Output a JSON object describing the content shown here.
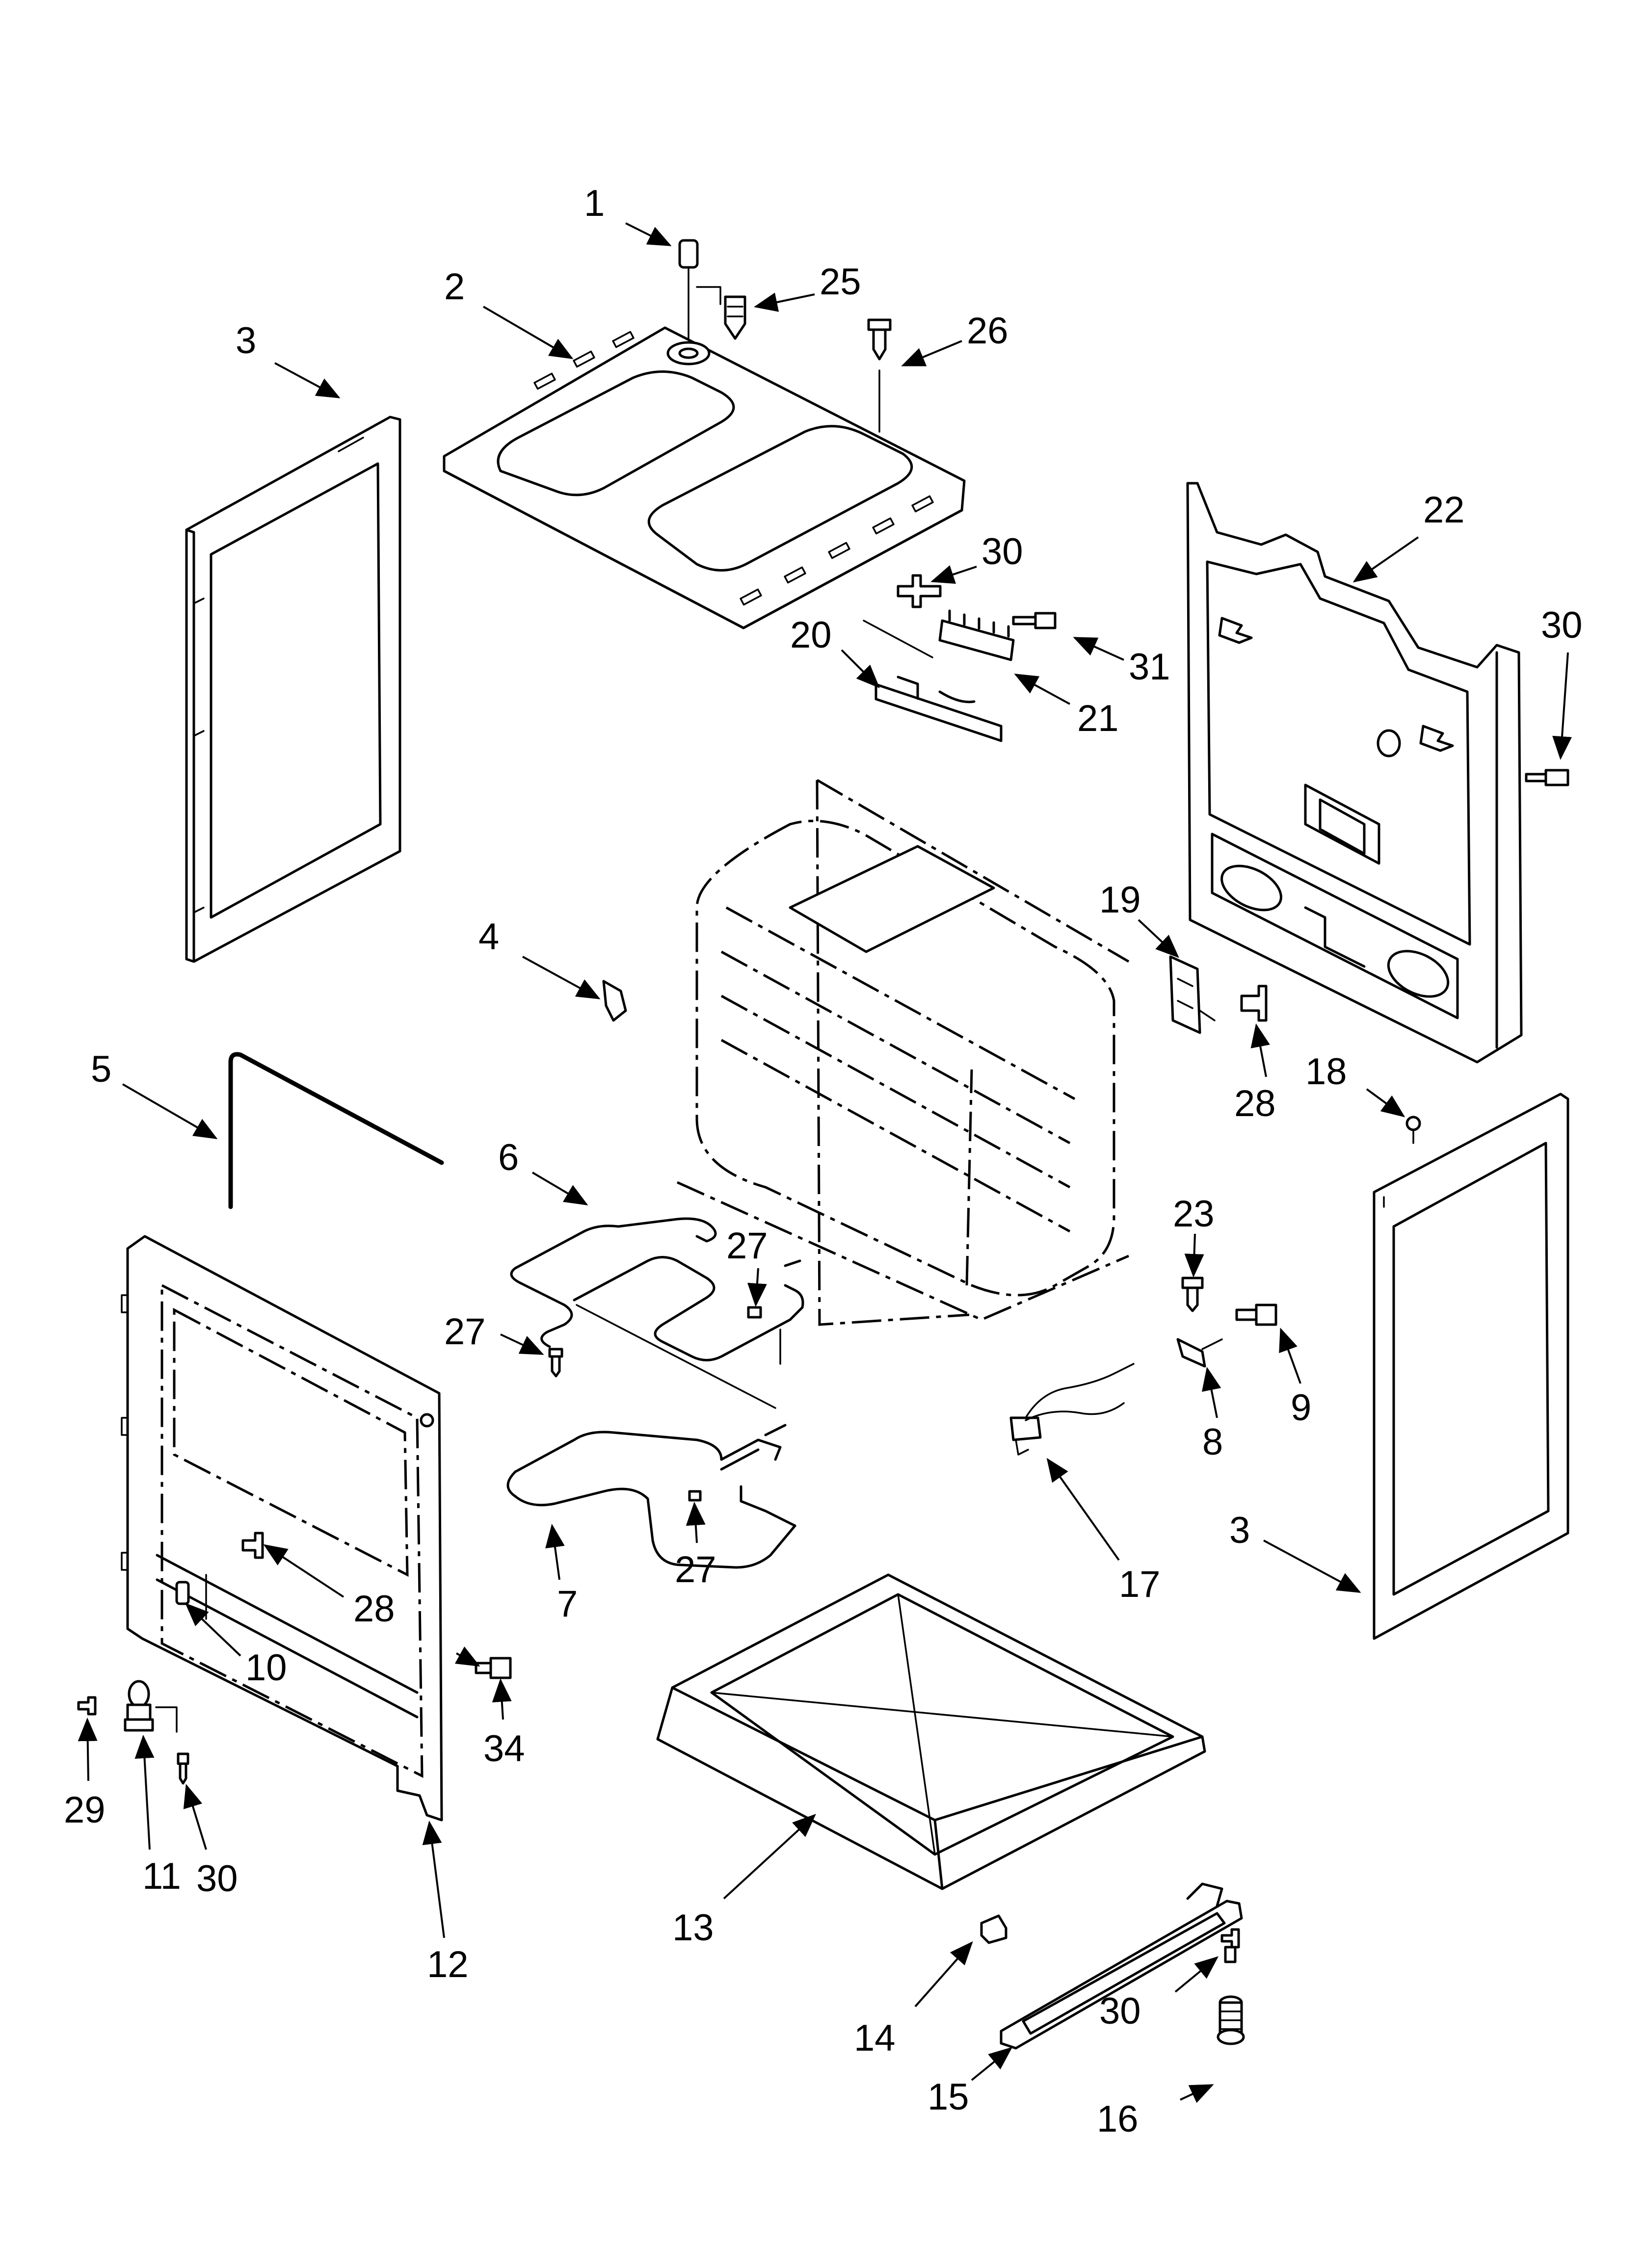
{
  "callouts": {
    "c1": "1",
    "c2": "2",
    "c3a": "3",
    "c3b": "3",
    "c4": "4",
    "c5": "5",
    "c6": "6",
    "c7": "7",
    "c8": "8",
    "c9": "9",
    "c10": "10",
    "c11": "11",
    "c12": "12",
    "c13": "13",
    "c14": "14",
    "c15": "15",
    "c16": "16",
    "c17": "17",
    "c18": "18",
    "c19": "19",
    "c20": "20",
    "c21": "21",
    "c22": "22",
    "c23": "23",
    "c25": "25",
    "c26": "26",
    "c27a": "27",
    "c27b": "27",
    "c27c": "27",
    "c28a": "28",
    "c28b": "28",
    "c29": "29",
    "c30a": "30",
    "c30b": "30",
    "c30c": "30",
    "c30d": "30",
    "c31": "31",
    "c34": "34"
  },
  "colors": {
    "ink": "#000000",
    "paper": "#ffffff"
  }
}
